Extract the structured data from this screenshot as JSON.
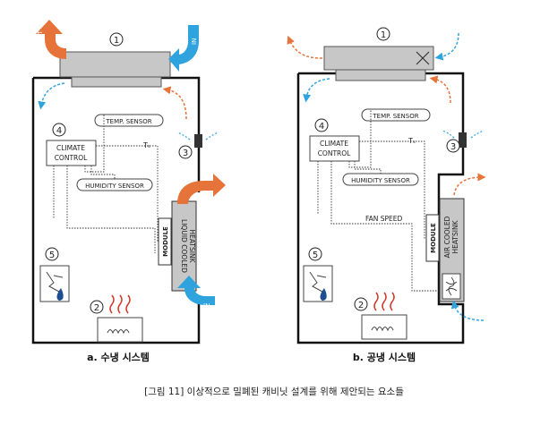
{
  "panel_a": {
    "num1": "1",
    "num2": "2",
    "num3": "3",
    "num4": "4",
    "num5": "5",
    "out_label": "OUT",
    "in_top_label": "IN",
    "in_bottom_label": "IN",
    "temp_sensor": "TEMP. SENSOR",
    "ts_label": "Tₛ",
    "climate_control_line1": "CLIMATE",
    "climate_control_line2": "CONTROL",
    "humidity_sensor": "HUMIDITY SENSOR",
    "module_label": "MODULE",
    "heatsink_line1": "LIQUID COOLED",
    "heatsink_line2": "HEATSINK",
    "caption": "a. 수냉 시스템"
  },
  "panel_b": {
    "num1": "1",
    "num2": "2",
    "num3": "3",
    "num4": "4",
    "num5": "5",
    "temp_sensor": "TEMP. SENSOR",
    "ts_label": "Tₛ",
    "climate_control_line1": "CLIMATE",
    "climate_control_line2": "CONTROL",
    "humidity_sensor": "HUMIDITY SENSOR",
    "fan_speed": "FAN SPEED",
    "module_label": "MODULE",
    "heatsink_line1": "AIR COOLED",
    "heatsink_line2": "HEATSINK",
    "caption": "b. 공냉 시스템"
  },
  "figure_caption": "[그림 11] 이상적으로 밀폐된 캐비닛 설계를 위해 제안되는 요소들",
  "colors": {
    "orange": "#e5733a",
    "blue": "#2ea3de",
    "navy": "#1d4e8f",
    "gray_unit": "#c7c7c7",
    "red_heat": "#cf3a2c"
  }
}
